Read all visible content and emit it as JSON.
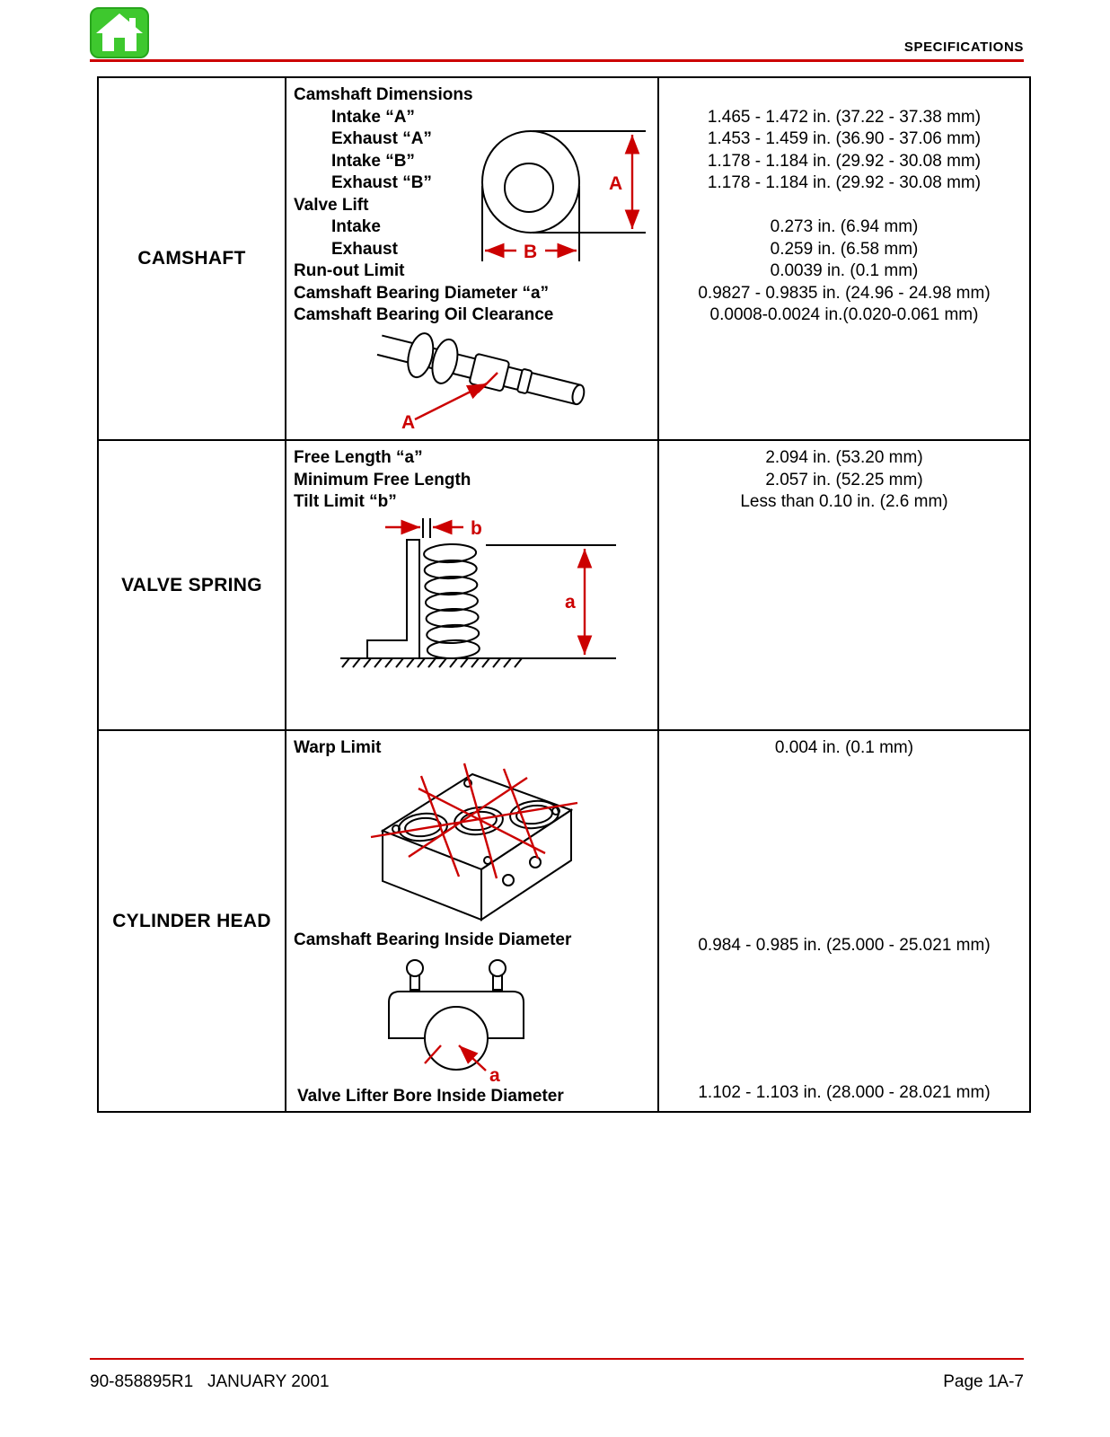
{
  "page": {
    "header_title": "SPECIFICATIONS",
    "footer_left": "90-858895R1   JANUARY 2001",
    "footer_right": "Page 1A-7"
  },
  "colors": {
    "accent_red": "#cc0000",
    "logo_green": "#3ec82e",
    "table_border": "#000000"
  },
  "sections": {
    "camshaft": {
      "title": "CAMSHAFT",
      "lines": [
        {
          "label": "Camshaft Dimensions",
          "value": ""
        },
        {
          "label": "Intake “A”",
          "value": "1.465 - 1.472 in. (37.22 - 37.38 mm)"
        },
        {
          "label": "Exhaust “A”",
          "value": "1.453 - 1.459 in. (36.90 - 37.06 mm)"
        },
        {
          "label": "Intake “B”",
          "value": "1.178 - 1.184 in. (29.92 - 30.08 mm)"
        },
        {
          "label": "Exhaust “B”",
          "value": "1.178 - 1.184 in. (29.92 - 30.08 mm)"
        },
        {
          "label": "Valve Lift",
          "value": ""
        },
        {
          "label": "Intake",
          "value": "0.273 in. (6.94 mm)"
        },
        {
          "label": "Exhaust",
          "value": "0.259 in. (6.58 mm)"
        },
        {
          "label": "Run-out Limit",
          "value": "0.0039 in. (0.1 mm)"
        },
        {
          "label": "Camshaft Bearing Diameter “a”",
          "value": "0.9827 - 0.9835 in. (24.96 - 24.98 mm)"
        },
        {
          "label": "Camshaft Bearing Oil Clearance",
          "value": "0.0008-0.0024 in.(0.020-0.061 mm)"
        }
      ]
    },
    "valve_spring": {
      "title": "VALVE SPRING",
      "lines": [
        {
          "label": "Free Length “a”",
          "value": "2.094 in. (53.20 mm)"
        },
        {
          "label": "Minimum Free Length",
          "value": "2.057 in. (52.25 mm)"
        },
        {
          "label": "Tilt Limit “b”",
          "value": "Less than 0.10 in. (2.6 mm)"
        }
      ]
    },
    "cylinder_head": {
      "title": "CYLINDER HEAD",
      "entries": [
        {
          "label": "Warp Limit",
          "value": "0.004 in. (0.1 mm)"
        },
        {
          "label": "Camshaft Bearing Inside Diameter",
          "value": "0.984 - 0.985 in. (25.000 - 25.021 mm)"
        },
        {
          "label": "Valve Lifter Bore Inside Diameter",
          "value": "1.102 - 1.103 in. (28.000 - 28.021 mm)"
        }
      ]
    }
  },
  "diagrams": {
    "cam_lobe": {
      "dim_a": "A",
      "dim_b": "B"
    },
    "camshaft_journal": {
      "dim_a": "A"
    },
    "valve_spring": {
      "dim_a": "a",
      "dim_b": "b"
    },
    "bearing_cap": {
      "dim_a": "a"
    }
  }
}
